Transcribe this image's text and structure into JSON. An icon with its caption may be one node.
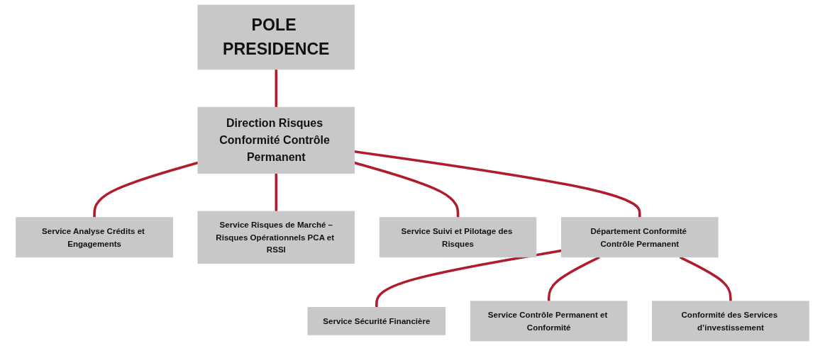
{
  "diagram": {
    "nodes": [
      {
        "text": [
          "POLE PRESIDENCE"
        ]
      },
      {
        "text": [
          "Direction Risques Conformité Contrôle Permanent"
        ]
      },
      {
        "text": [
          "Service Analyse Crédits et Engagements"
        ]
      },
      {
        "text": [
          "Service Risques de Marché –Risques Opérationnels PCA et RSSI"
        ]
      },
      {
        "text": [
          "Service Suivi et Pilotage des Risques"
        ]
      },
      {
        "text": [
          "Département Conformité Contrôle Permanent"
        ]
      },
      {
        "text": [
          "Service Sécurité Financière"
        ]
      },
      {
        "text": [
          "Service Contrôle Permanent et Conformité"
        ]
      },
      {
        "text": [
          "Conformité des Services d’investissement"
        ]
      }
    ],
    "edges": [
      {
        "from": 0,
        "to": 1,
        "arrow": "none"
      },
      {
        "from": 1,
        "to": 2,
        "arrow": "none"
      },
      {
        "from": 1,
        "to": 3,
        "arrow": "none"
      },
      {
        "from": 1,
        "to": 4,
        "arrow": "none"
      },
      {
        "from": 1,
        "to": 5,
        "arrow": "none"
      },
      {
        "from": 5,
        "to": 6,
        "arrow": "none"
      },
      {
        "from": 5,
        "to": 7,
        "arrow": "none"
      },
      {
        "from": 5,
        "to": 8,
        "arrow": "none"
      }
    ]
  }
}
